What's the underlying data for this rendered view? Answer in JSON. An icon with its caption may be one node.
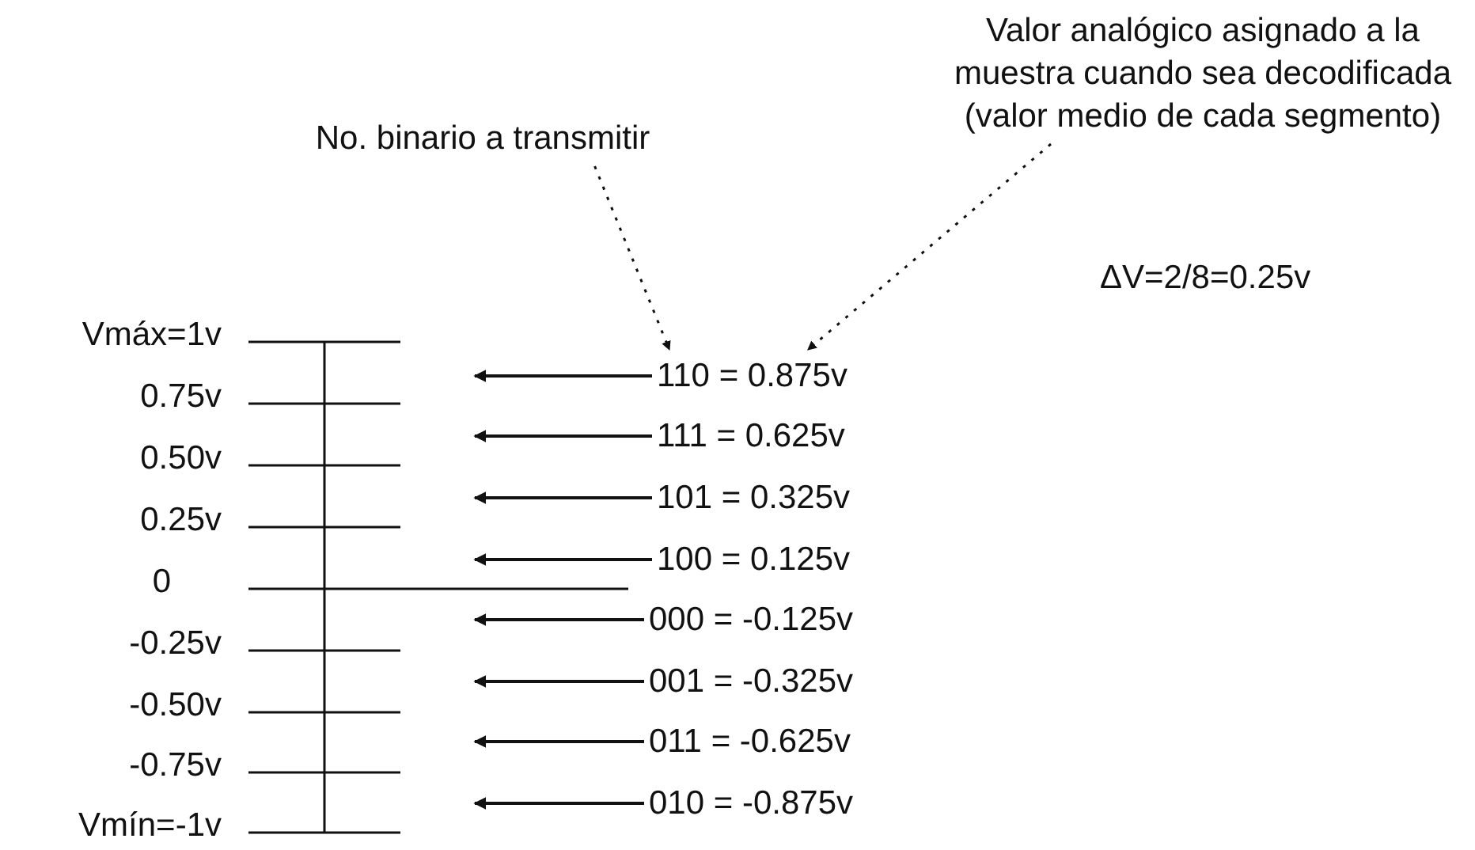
{
  "diagram": {
    "nodes": [
      {
        "text": [
          "No. binario a transmitir"
        ]
      },
      {
        "text": [
          "Valor analógico asignado a la muestra cuando sea decodificada (valor medio de cada segmento)"
        ]
      },
      {
        "text": [
          "110 = 0.875v"
        ]
      },
      {
        "text": [
          "111 = 0.625v"
        ]
      },
      {
        "text": [
          "101 = 0.325v"
        ]
      },
      {
        "text": [
          "100 = 0.125v"
        ]
      },
      {
        "text": [
          "000 = -0.125v"
        ]
      },
      {
        "text": [
          "001 = -0.325v"
        ]
      },
      {
        "text": [
          "011 = -0.625v"
        ]
      },
      {
        "text": [
          "010 = -0.875v"
        ]
      }
    ],
    "edges": [
      {
        "from": 0,
        "to": 2,
        "arrow": "to",
        "style": "dashed"
      },
      {
        "from": 1,
        "to": 2,
        "arrow": "to",
        "style": "dashed"
      },
      {
        "from": 2,
        "to": null,
        "arrow": "to"
      },
      {
        "from": 3,
        "to": null,
        "arrow": "to"
      },
      {
        "from": 4,
        "to": null,
        "arrow": "to"
      },
      {
        "from": 5,
        "to": null,
        "arrow": "to"
      },
      {
        "from": 6,
        "to": null,
        "arrow": "to"
      },
      {
        "from": 7,
        "to": null,
        "arrow": "to"
      },
      {
        "from": 8,
        "to": null,
        "arrow": "to"
      },
      {
        "from": 9,
        "to": null,
        "arrow": "to"
      }
    ],
    "labels": [
      "ΔV=2/8=0.25v",
      "Vmáx=1v",
      "0.75v",
      "0.50v",
      "0.25v",
      "0",
      "-0.25v",
      "-0.50v",
      "-0.75v",
      "Vmín=-1v"
    ]
  }
}
